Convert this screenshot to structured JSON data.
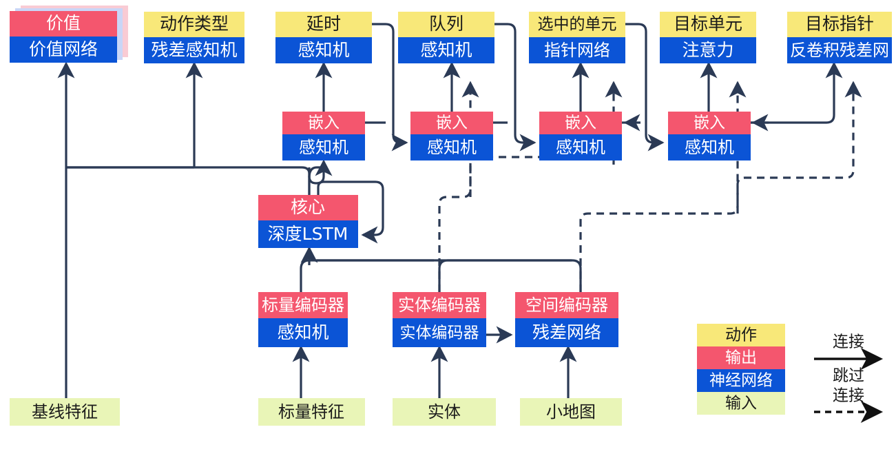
{
  "diagram": {
    "title": "AlphaStar-like agent architecture (Chinese labels)",
    "palette": {
      "action": "#F8E879",
      "output": "#F4566E",
      "network": "#0B54D6",
      "input": "#E9F5B7",
      "line": "#2B3A55",
      "text_dark": "#1b1b1b",
      "text_light": "#ffffff",
      "shadow1": "#F9CBD4",
      "shadow2": "#AEC0F0"
    },
    "nodes": {
      "value": {
        "top": "价值",
        "bottom": "价值网络"
      },
      "action_type": {
        "top": "动作类型",
        "bottom": "残差感知机"
      },
      "delay": {
        "top": "延时",
        "bottom": "感知机"
      },
      "queue": {
        "top": "队列",
        "bottom": "感知机"
      },
      "selected": {
        "top": "选中的单元",
        "bottom": "指针网络"
      },
      "target_unit": {
        "top": "目标单元",
        "bottom": "注意力"
      },
      "target_point": {
        "top": "目标指针",
        "bottom": "反卷积残差网"
      },
      "embed1": {
        "top": "嵌入",
        "bottom": "感知机"
      },
      "embed2": {
        "top": "嵌入",
        "bottom": "感知机"
      },
      "embed3": {
        "top": "嵌入",
        "bottom": "感知机"
      },
      "embed4": {
        "top": "嵌入",
        "bottom": "感知机"
      },
      "core": {
        "top": "核心",
        "bottom": "深度LSTM"
      },
      "scalar_enc": {
        "top": "标量编码器",
        "bottom": "感知机"
      },
      "entity_enc": {
        "top": "实体编码器",
        "bottom": "实体编码器"
      },
      "spatial_enc": {
        "top": "空间编码器",
        "bottom": "残差网络"
      }
    },
    "inputs": {
      "baseline": "基线特征",
      "scalar": "标量特征",
      "entity": "实体",
      "minimap": "小地图"
    },
    "legend": {
      "swatches": [
        {
          "key": "action",
          "label": "动作"
        },
        {
          "key": "output",
          "label": "输出"
        },
        {
          "key": "network",
          "label": "神经网络"
        },
        {
          "key": "input",
          "label": "输入"
        }
      ],
      "edges": [
        {
          "key": "solid",
          "label": "连接",
          "style": "solid"
        },
        {
          "key": "dashed",
          "label_1": "跳过",
          "label_2": "连接",
          "style": "dashed"
        }
      ]
    }
  }
}
